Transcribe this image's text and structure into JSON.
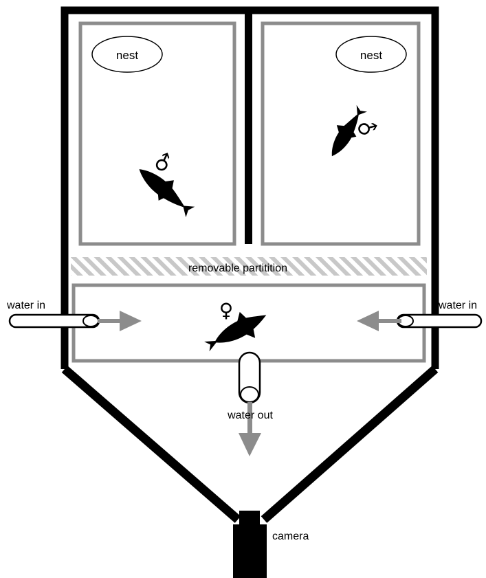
{
  "labels": {
    "nest_left": "nest",
    "nest_right": "nest",
    "partition": "removable partitition",
    "water_in_left": "water in",
    "water_in_right": "water in",
    "water_out": "water out",
    "camera": "camera"
  },
  "symbols": {
    "male_left": "♂",
    "male_right": "♂",
    "female": "♀"
  },
  "colors": {
    "tank_wall": "#000000",
    "compartment_outline": "#8c8c8c",
    "arrow": "#8c8c8c",
    "partition_hatch": "#c8c8c8",
    "fish": "#000000"
  },
  "icons": [
    "fish-icon",
    "camera-icon",
    "pipe-icon",
    "arrow-icon",
    "nest-outline"
  ]
}
